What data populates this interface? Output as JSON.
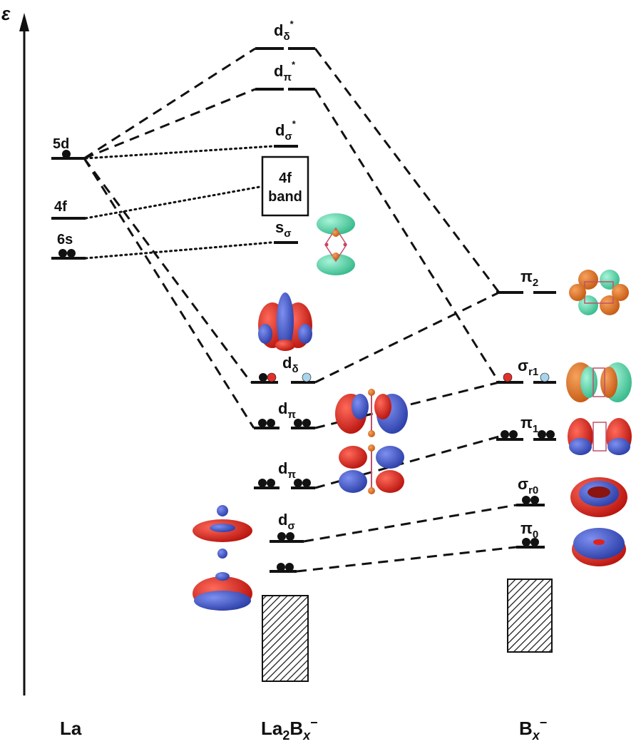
{
  "axis": {
    "label": "ε"
  },
  "columns": {
    "la": "La",
    "la2bx": {
      "a": "La",
      "a_sub": "2",
      "b": "B",
      "b_sub": "x",
      "charge": "−"
    },
    "bx": {
      "b": "B",
      "b_sub": "x",
      "charge": "−"
    }
  },
  "la_levels": {
    "d5": "5d",
    "f4": "4f",
    "s6": "6s"
  },
  "band": {
    "line1": "4f",
    "line2": "band"
  },
  "mo_labels": {
    "d_delta_star": {
      "base": "d",
      "sub": "δ",
      "sup": "*"
    },
    "d_pi_star": {
      "base": "d",
      "sub": "π",
      "sup": "*"
    },
    "d_sigma_star": {
      "base": "d",
      "sub": "σ",
      "sup": "*"
    },
    "s_sigma": {
      "base": "s",
      "sub": "σ"
    },
    "d_delta": {
      "base": "d",
      "sub": "δ"
    },
    "d_pi_1": {
      "base": "d",
      "sub": "π"
    },
    "d_pi_2": {
      "base": "d",
      "sub": "π"
    },
    "d_sigma": {
      "base": "d",
      "sub": "σ"
    }
  },
  "bx_labels": {
    "pi2": {
      "base": "π",
      "sub": "2"
    },
    "sigma_r1": {
      "base": "σ",
      "sub": "r1"
    },
    "pi1": {
      "base": "π",
      "sub": "1"
    },
    "sigma_r0": {
      "base": "σ",
      "sub": "r0"
    },
    "pi0": {
      "base": "π",
      "sub": "0"
    }
  },
  "colors": {
    "electron": "#111111",
    "electron_red": "#e0302a",
    "electron_blue": "#a8d4ec",
    "lobe_red": "#e2231a",
    "lobe_blue": "#4b63d8",
    "lobe_cyan": "#5fe0b2",
    "lobe_orange": "#e87a2c"
  }
}
